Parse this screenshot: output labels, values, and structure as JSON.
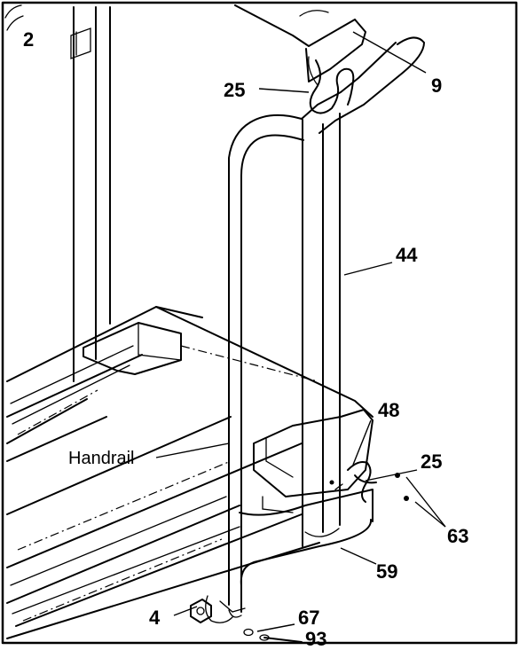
{
  "labels": {
    "part_2": "2",
    "part_9": "9",
    "part_25_top": "25",
    "part_44": "44",
    "part_48": "48",
    "handrail": "Handrail",
    "part_25_bottom": "25",
    "part_63": "63",
    "part_59": "59",
    "part_4": "4",
    "part_67": "67",
    "part_93": "93"
  }
}
